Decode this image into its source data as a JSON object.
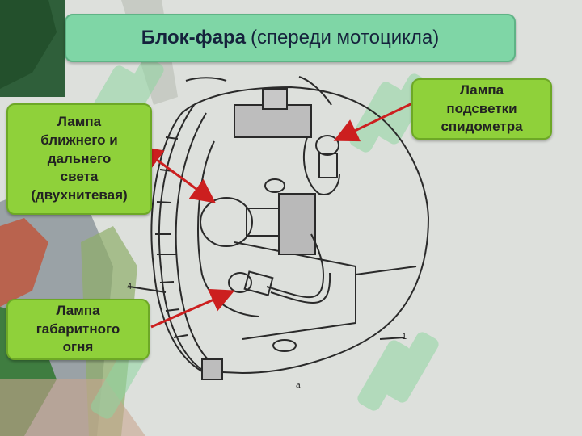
{
  "title": {
    "bold": "Блок-фара",
    "rest": "(спереди мотоцикла)"
  },
  "callouts": {
    "main_lamp": "Лампа\nближнего и\nдальнего\nсвета\n(двухнитевая)",
    "speedometer_lamp": "Лампа\nподсветки\nспидометра",
    "side_lamp": "Лампа\nгабаритного\nогня"
  },
  "diagram_labels": {
    "label_4": "4",
    "label_1": "1",
    "label_a": "а"
  },
  "colors": {
    "title_bg": "#7fd6a6",
    "callout_bg": "#8fd13a",
    "arrow": "#cc1f1f",
    "watermark": "#8fd6a0"
  }
}
